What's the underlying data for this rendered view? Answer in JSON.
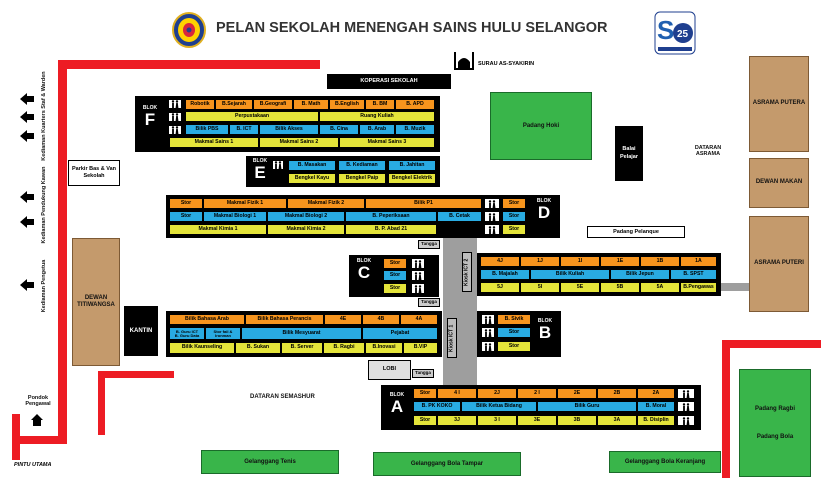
{
  "title": "PELAN SEKOLAH MENENGAH SAINS HULU SELANGOR",
  "koperasi": "KOPERASI SEKOLAH",
  "surau": "SURAU AS-SYAKIRIN",
  "padang_hoki": "Padang Hoki",
  "balai_pelajar": "Balai Pelajar",
  "dataran_asrama": "DATARAN ASRAMA",
  "asrama_putera": "ASRAMA PUTERA",
  "dewan_makan": "DEWAN MAKAN",
  "asrama_puteri": "ASRAMA PUTERI",
  "padang_pelanque": "Padang Pelanque",
  "padang_ragbi": "Padang Ragbi",
  "padang_bola": "Padang Bola",
  "dewan": "DEWAN TITIWANGSA",
  "kantin": "KANTIN",
  "parkir": "Parkir Bas & Van Sekolah",
  "lobi": "LOBI",
  "dataran_semashur": "DATARAN SEMASHUR",
  "pondok_pengawal": "Pondok Pengawal",
  "pintu_utama": "PINTU UTAMA",
  "gelanggang_tenis": "Gelanggang Tenis",
  "gelanggang_tampar": "Gelanggang Bola Tampar",
  "gelanggang_keranjang": "Gelanggang Bola Keranjang",
  "kiosk_ict1": "Kiosk ICT 1",
  "kiosk_ict2": "Kiosk ICT 2",
  "tangga": "Tangga",
  "blok_word": "BLOK",
  "side_labels": {
    "kuarters_staf": "Kediaman Kuarters Staf & Warden",
    "kuarters_pendukung": "Kediaman Pendukung Kawan",
    "kuarters_pengetua": "Kediaman Pengetua"
  },
  "blok_f": {
    "letter": "F",
    "row1": [
      "Robotik",
      "B.Sejarah",
      "B.Geografi",
      "B. Math",
      "B.English",
      "B. BM",
      "B. APD"
    ],
    "row2": [
      "Perpustakaan",
      "Ruang Kuliah"
    ],
    "row3": [
      "Bilik PBS",
      "B. ICT",
      "Bilik Akses",
      "B. Cina",
      "B. Arab",
      "B. Muzik"
    ],
    "row4": [
      "Makmal Sains 1",
      "Makmal Sains 2",
      "Makmal Sains 3"
    ]
  },
  "blok_e": {
    "letter": "E",
    "row1": [
      "B. Masakan",
      "B. Kediaman",
      "B. Jahitan"
    ],
    "row2": [
      "Bengkel Kayu",
      "Bengkel Paip",
      "Bengkel Elektrik"
    ]
  },
  "blok_d": {
    "letter": "D",
    "row1": [
      "Stor",
      "Makmal Fizik 1",
      "Makmal Fizik 2",
      "Bilik P1",
      "Stor"
    ],
    "row2": [
      "Stor",
      "Makmal Biologi 1",
      "Makmal Biologi 2",
      "B. Peperiksaan",
      "B. Cetak",
      "Stor"
    ],
    "row3": [
      "Makmal Kimia 1",
      "Makmal Kimia 2",
      "B. P. Abad 21",
      "Stor"
    ]
  },
  "blok_c": {
    "letter": "C",
    "left": [
      "Stor",
      "Stor",
      "Stor"
    ],
    "row1": [
      "4J",
      "1J",
      "1I",
      "1E",
      "1B",
      "1A"
    ],
    "row2": [
      "B. Majalah",
      "Bilik Kuliah",
      "Bilik Jepun",
      "B. SPST"
    ],
    "row3": [
      "5J",
      "5I",
      "5E",
      "5B",
      "5A",
      "B.Pengawas"
    ]
  },
  "blok_b": {
    "letter": "B",
    "right": [
      "B. Sivik",
      "Stor",
      "Stor"
    ],
    "row1": [
      "Bilik Bahasa Arab",
      "Bilik Bahasa Perancis",
      "4E",
      "4B",
      "4A"
    ],
    "row2": [
      "B. Guru ICT",
      "B. Guru Data",
      "Stor fail & Ironman",
      "Bilik Mesyuarat",
      "Pejabat"
    ],
    "row3": [
      "Bilik Kaunseling",
      "B. Sukan",
      "B. Server",
      "B. Ragbi",
      "B.Inovasi",
      "B.VIP"
    ]
  },
  "blok_a": {
    "letter": "A",
    "row1": [
      "Stor",
      "4 I",
      "2J",
      "2 I",
      "2E",
      "2B",
      "2A"
    ],
    "row2": [
      "B. PK KOKO",
      "Bilik Ketua Bidang",
      "Bilik Guru",
      "B. Moral"
    ],
    "row3": [
      "Stor",
      "3J",
      "3 I",
      "3E",
      "3B",
      "3A",
      "B. Disiplin"
    ]
  }
}
